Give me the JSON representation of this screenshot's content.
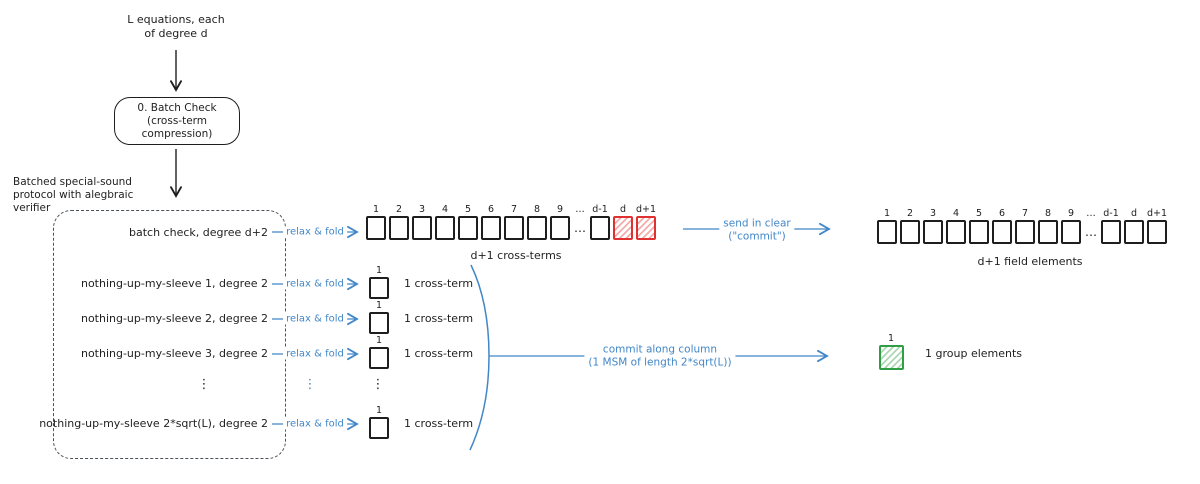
{
  "misc": {
    "hdots": "…",
    "vdots": "⋮",
    "one": "1"
  },
  "colors": {
    "ink": "#1e1e1e",
    "blue": "#4287c8",
    "red": "#e03131",
    "green": "#2f9e44",
    "dash": "#495057"
  },
  "top_flow": {
    "input_line1": "L equations, each",
    "input_line2": "of degree d",
    "batch_box_label": "0. Batch Check (cross-term compression)"
  },
  "protocol": {
    "outside_label_line1": "Batched special-sound",
    "outside_label_line2": "protocol with alegbraic",
    "outside_label_line3": "verifier",
    "rows": {
      "batch": "batch check, degree d+2",
      "sleeve1": "nothing-up-my-sleeve 1, degree 2",
      "sleeve2": "nothing-up-my-sleeve 2, degree 2",
      "sleeve3": "nothing-up-my-sleeve 3, degree 2",
      "sleeveN": "nothing-up-my-sleeve 2*sqrt(L), degree 2"
    }
  },
  "relax_fold": "relax & fold",
  "cross_terms": {
    "labels": [
      "1",
      "2",
      "3",
      "4",
      "5",
      "6",
      "7",
      "8",
      "9",
      "…",
      "d-1",
      "d",
      "d+1"
    ],
    "caption": "d+1 cross-terms"
  },
  "single_cross_term_caption": "1 cross-term",
  "send_arrow": {
    "line1": "send in clear",
    "line2": "(\"commit\")"
  },
  "field_elements": {
    "labels": [
      "1",
      "2",
      "3",
      "4",
      "5",
      "6",
      "7",
      "8",
      "9",
      "…",
      "d-1",
      "d",
      "d+1"
    ],
    "caption": "d+1 field elements"
  },
  "commit_arrow": {
    "line1": "commit along column",
    "line2": "(1 MSM of length 2*sqrt(L))"
  },
  "group_element": {
    "count_label": "1",
    "caption": "1 group elements"
  }
}
